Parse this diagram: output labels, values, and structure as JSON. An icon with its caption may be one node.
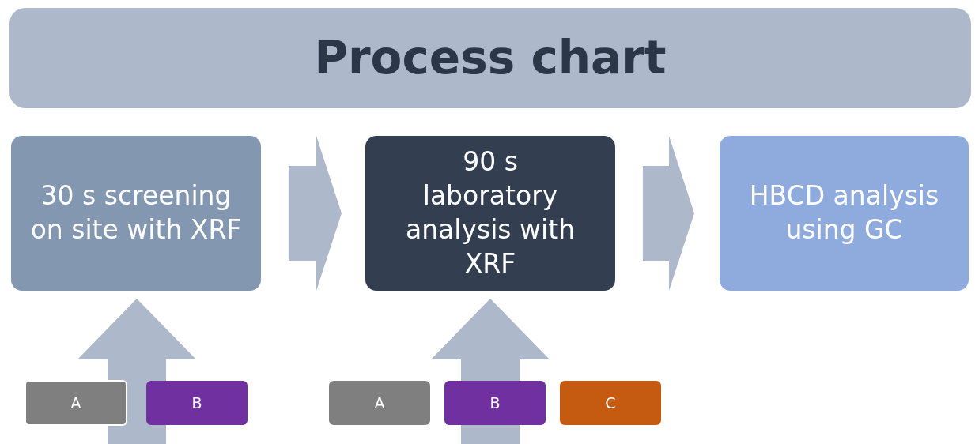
{
  "diagram": {
    "nodes": [
      {
        "text": [
          "Process chart"
        ]
      },
      {
        "text": [
          "30 s screening on site with XRF"
        ]
      },
      {
        "text": [
          "90 s laboratory analysis with XRF"
        ]
      },
      {
        "text": [
          "HBCD analysis using GC"
        ]
      },
      {
        "text": [
          "A"
        ]
      },
      {
        "text": [
          "B"
        ]
      },
      {
        "text": [
          "A"
        ]
      },
      {
        "text": [
          "B"
        ]
      },
      {
        "text": [
          "C"
        ]
      }
    ],
    "edges": [
      {
        "from": 1,
        "to": 2,
        "arrow": "to"
      },
      {
        "from": 2,
        "to": 3,
        "arrow": "to"
      },
      {
        "from": null,
        "to": 1,
        "arrow": "to"
      },
      {
        "from": null,
        "to": 2,
        "arrow": "to"
      }
    ]
  }
}
